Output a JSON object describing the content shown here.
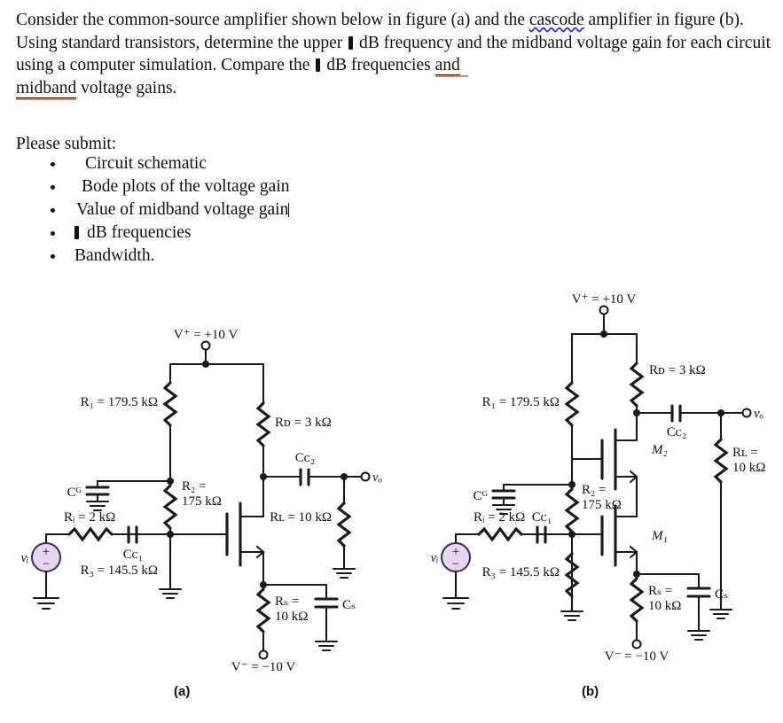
{
  "document": {
    "paragraph": {
      "part1": "Consider the common-source amplifier shown below in figure (a) and the ",
      "misspelled_word": "cascode",
      "part2": " amplifier in figure (b).  Using standard transistors, determine the upper ",
      "glyph1": "▌",
      "part3": " dB frequency and the midband voltage gain for each circuit using a computer simulation.  Compare the ",
      "glyph2": "▌",
      "part4": " dB frequencies ",
      "tracked1": "and",
      "tracked2": "midband",
      "part5": " voltage gains."
    },
    "submit_label": "Please submit:",
    "bullets": [
      "Circuit schematic",
      "Bode plots of the voltage gain",
      "Value of midband voltage gain",
      "dB frequencies",
      "Bandwidth."
    ],
    "bullet_glyph": "▌"
  },
  "figures": [
    {
      "caption": "(a)",
      "name": "common-source-amplifier",
      "labels": {
        "vplus": "V⁺ = +10 V",
        "vminus": "V⁻ = −10 V",
        "r1": "R₁ = 179.5 kΩ",
        "r2_line1": "R₂ =",
        "r2_line2": "175 kΩ",
        "r3": "R₃ = 145.5 kΩ",
        "rd": "Rᴅ = 3 kΩ",
        "rl": "Rʟ = 10 kΩ",
        "rs_line1": "Rₛ =",
        "rs_line2": "10 kΩ",
        "ri": "Rᵢ = 2 kΩ",
        "cg": "Cᴳ",
        "cc1": "Cᴄ₁",
        "cc2": "Cᴄ₂",
        "cs": "Cₛ",
        "vi": "vᵢ",
        "vo": "vₒ",
        "src_plus": "+",
        "src_minus": "−"
      }
    },
    {
      "caption": "(b)",
      "name": "cascode-amplifier",
      "labels": {
        "vplus": "V⁺ = +10 V",
        "vminus": "V⁻ = −10 V",
        "r1": "R₁ = 179.5 kΩ",
        "r2_line1": "R₂ =",
        "r2_line2": "175 kΩ",
        "r3": "R₃ = 145.5 kΩ",
        "rd": "Rᴅ = 3 kΩ",
        "rl_line1": "Rʟ =",
        "rl_line2": "10 kΩ",
        "rs_line1": "Rₛ =",
        "rs_line2": "10 kΩ",
        "ri": "Rᵢ = 2 kΩ",
        "cg": "Cᴳ",
        "cc1": "Cᴄ₁",
        "cc2": "Cᴄ₂",
        "cs": "Cₛ",
        "m1": "M₁",
        "m2": "M₂",
        "vi": "vᵢ",
        "vo": "vₒ",
        "src_plus": "+",
        "src_minus": "−"
      }
    }
  ],
  "colors": {
    "wire": "#1a1a1a",
    "source_fill": "#e7d6f2",
    "spellcheck": "#3b3bc4",
    "tracked_change": "#e0895e"
  }
}
